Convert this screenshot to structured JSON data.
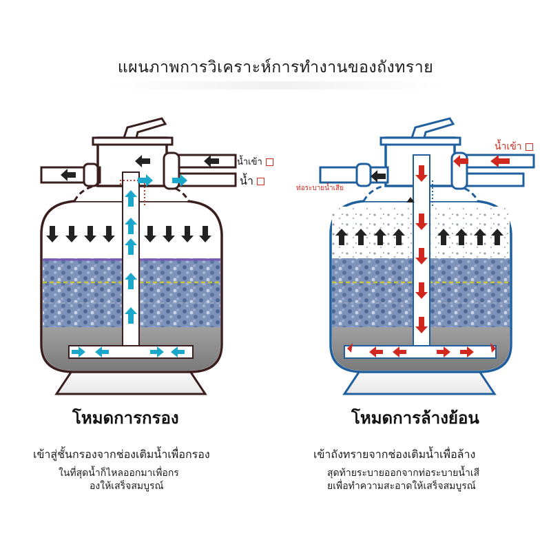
{
  "title": "แผนภาพการวิเคราะห์การทำงานของถังทราย",
  "filter_mode": {
    "heading": "โหมดการกรอง",
    "desc_line1": "เข้าสู่ชั้นกรองจากช่องเติมน้ำเพื่อกรอง",
    "desc_line2a": "ในที่สุดน้ำก็ไหลออกมาเพื่อกร",
    "desc_line2b": "องให้เสร็จสมบูรณ์",
    "label_inlet": "น้ำเข้า",
    "label_outlet": "น้ำ",
    "arrow_color": "#1aa7c9"
  },
  "backwash_mode": {
    "heading": "โหมดการล้างย้อน",
    "desc_line1": "เข้าถังทรายจากช่องเติมน้ำเพื่อล้าง",
    "desc_line2a": "สุดท้ายระบายออกจากท่อระบายน้ำเสี",
    "desc_line2b": "ยเพื่อทำความสะอาดให้เสร็จสมบูรณ์",
    "label_inlet": "น้ำเข้า",
    "label_drain": "ท่อระบายน้ำเสีย",
    "arrow_color": "#d0281f",
    "outline_color": "#1f5f9e"
  },
  "colors": {
    "filter_outline": "#3a1e1e",
    "sand": "#6f87b0",
    "gravel": "#8a8a8a",
    "accent_red": "#d0281f"
  }
}
